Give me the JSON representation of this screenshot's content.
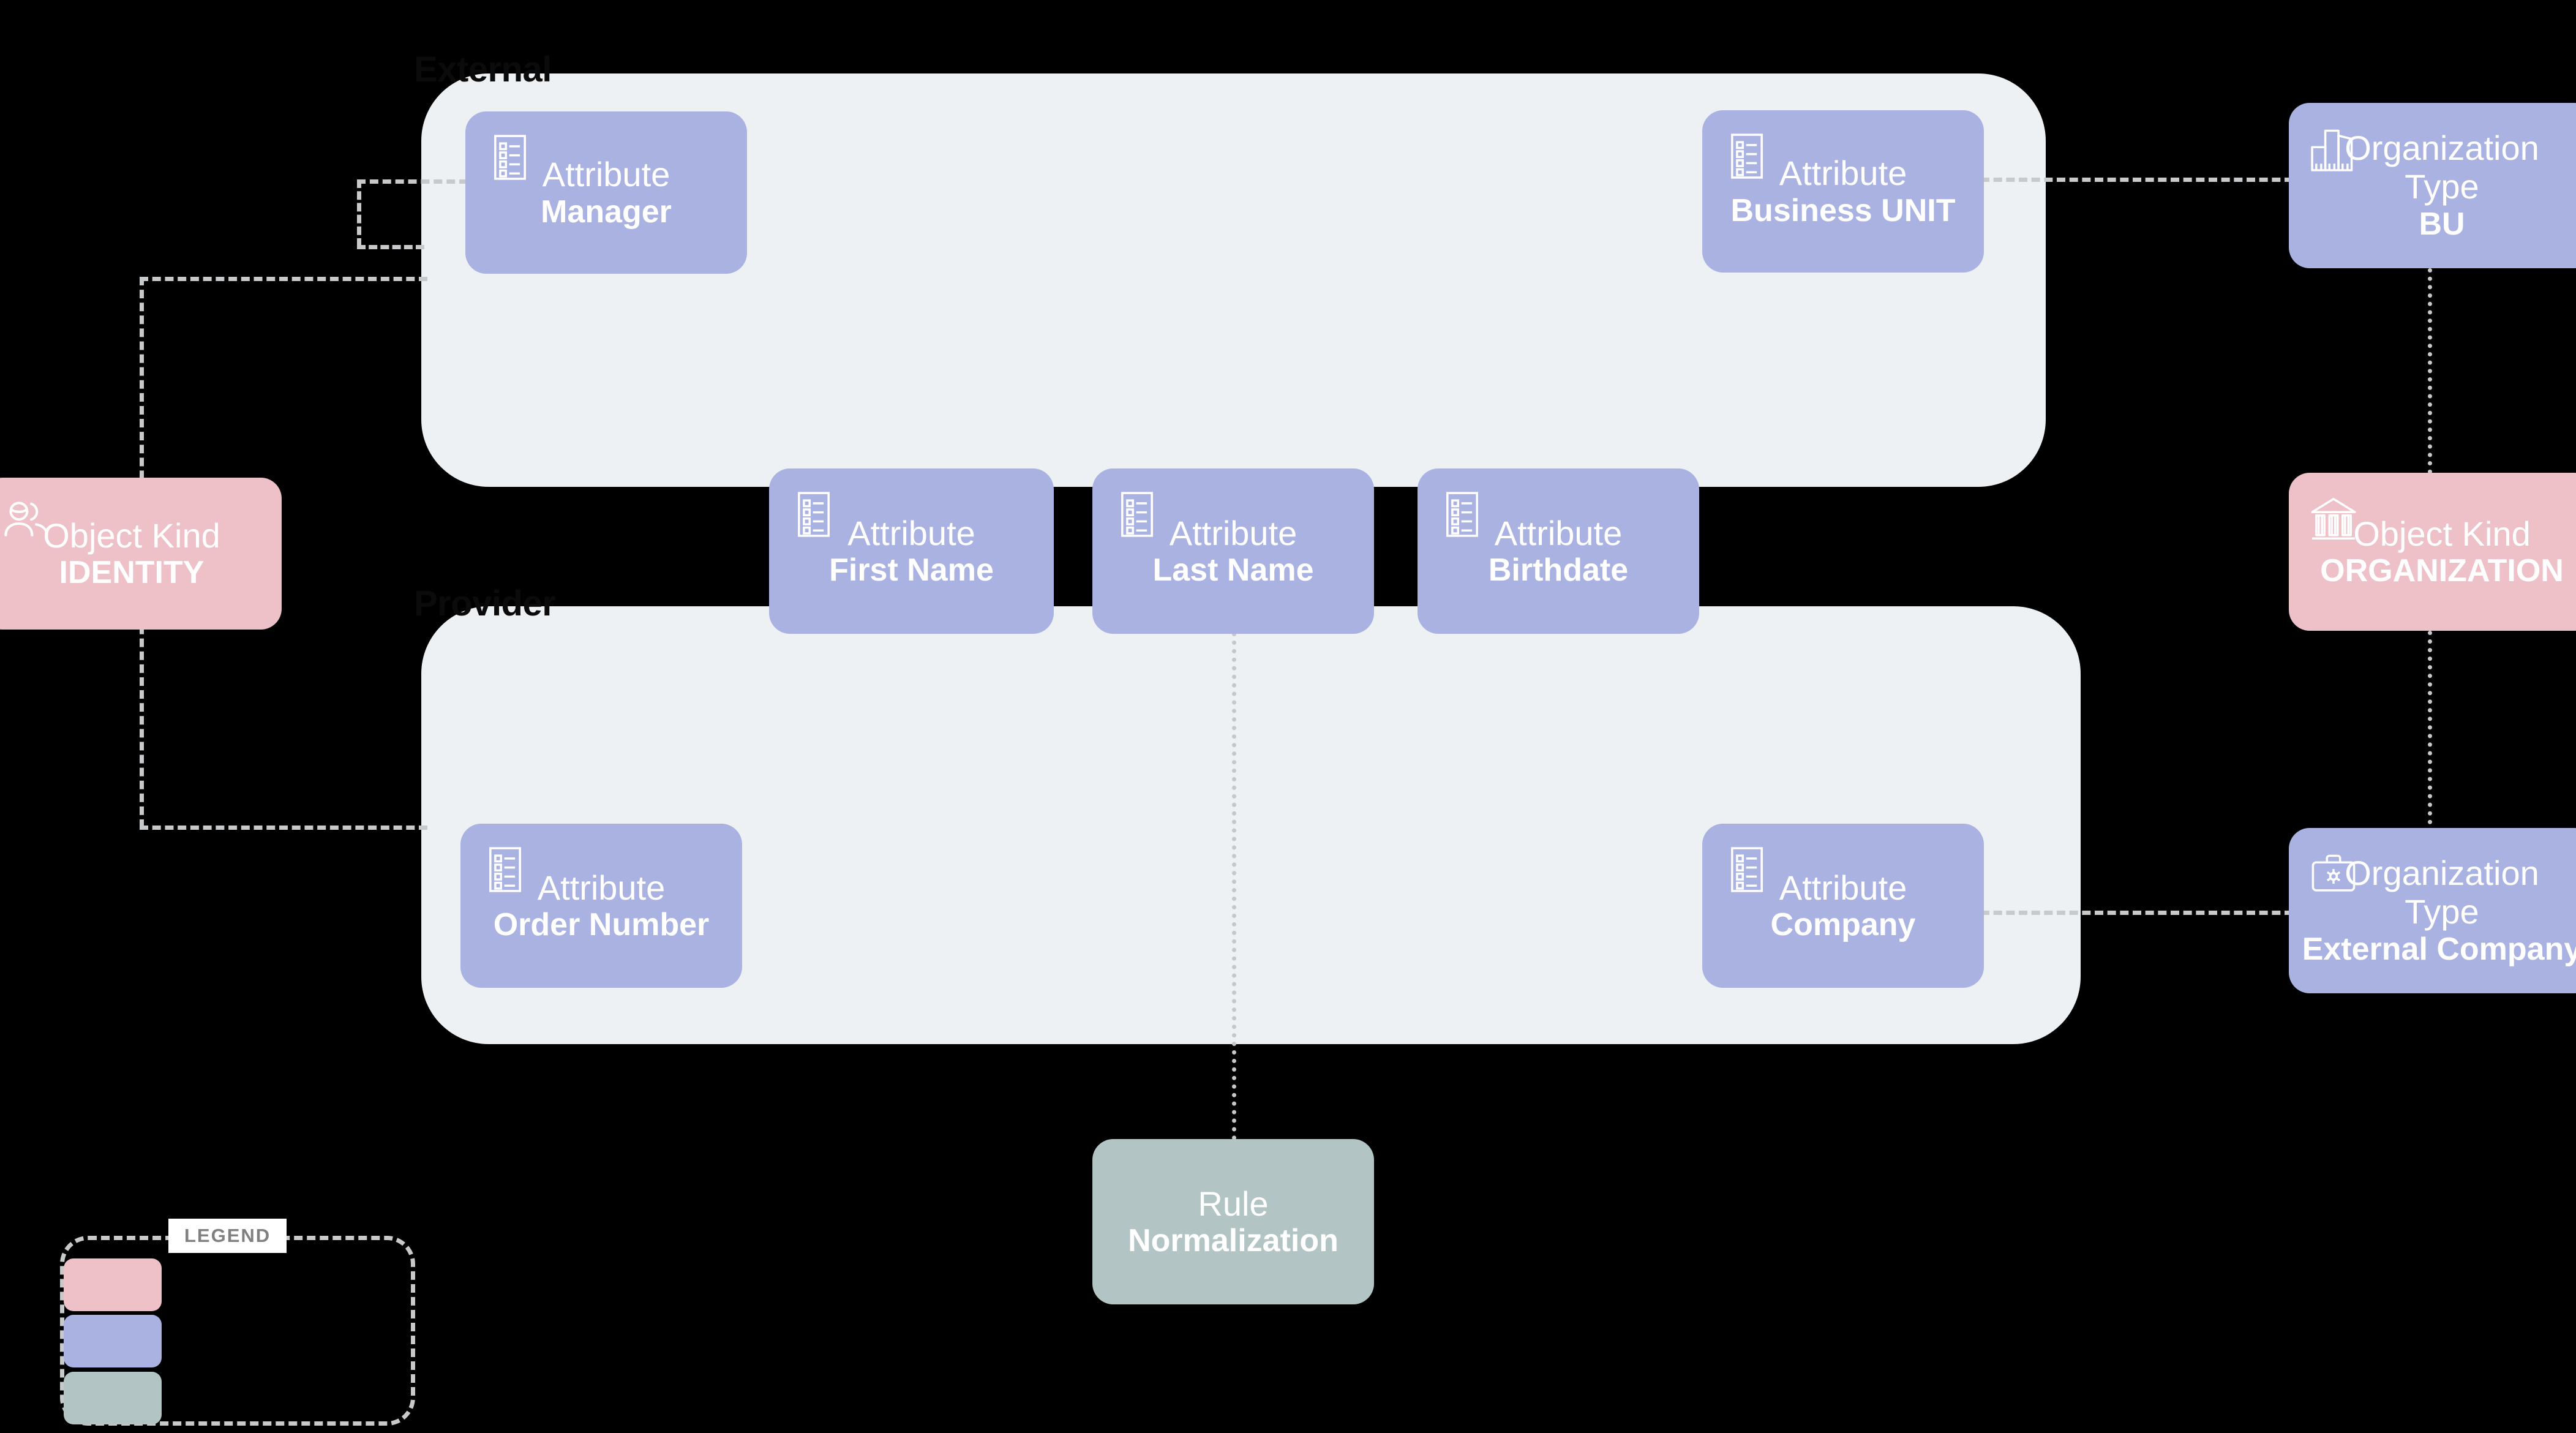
{
  "diagram": {
    "background_color": "#000000",
    "groups": [
      {
        "id": "external",
        "label": "External",
        "fill": "#eef1f3"
      },
      {
        "id": "provider",
        "label": "Provider",
        "fill": "#eef1f3"
      }
    ],
    "palette": {
      "object_kind": "#eec0c8",
      "attribute": "#aab2e2",
      "rule": "#b2c4c4",
      "group": "#eef1f3",
      "connector": "#c7c9cb",
      "group_label_text": "#0b0b0b",
      "node_text": "#ffffff"
    },
    "nodes": [
      {
        "id": "ok-identity",
        "kind": "object-kind",
        "type_label": "Object Kind",
        "name": "IDENTITY",
        "color": "#eec0c8",
        "icon": "users-icon"
      },
      {
        "id": "ok-organization",
        "kind": "object-kind",
        "type_label": "Object Kind",
        "name": "ORGANIZATION",
        "color": "#eec0c8",
        "icon": "bank-icon"
      },
      {
        "id": "attr-manager",
        "kind": "attribute",
        "type_label": "Attribute",
        "name": "Manager",
        "color": "#aab2e2",
        "icon": "checklist-icon"
      },
      {
        "id": "attr-business-unit",
        "kind": "attribute",
        "type_label": "Attribute",
        "name": "Business UNIT",
        "color": "#aab2e2",
        "icon": "checklist-icon"
      },
      {
        "id": "attr-first-name",
        "kind": "attribute",
        "type_label": "Attribute",
        "name": "First Name",
        "color": "#aab2e2",
        "icon": "checklist-icon"
      },
      {
        "id": "attr-last-name",
        "kind": "attribute",
        "type_label": "Attribute",
        "name": "Last Name",
        "color": "#aab2e2",
        "icon": "checklist-icon"
      },
      {
        "id": "attr-birthdate",
        "kind": "attribute",
        "type_label": "Attribute",
        "name": "Birthdate",
        "color": "#aab2e2",
        "icon": "checklist-icon"
      },
      {
        "id": "attr-order-number",
        "kind": "attribute",
        "type_label": "Attribute",
        "name": "Order Number",
        "color": "#aab2e2",
        "icon": "checklist-icon"
      },
      {
        "id": "attr-company",
        "kind": "attribute",
        "type_label": "Attribute",
        "name": "Company",
        "color": "#aab2e2",
        "icon": "checklist-icon"
      },
      {
        "id": "orgtype-bu",
        "kind": "org-type",
        "type_label": "Organization Type",
        "name": "BU",
        "color": "#aab2e2",
        "icon": "buildings-icon"
      },
      {
        "id": "orgtype-external-company",
        "kind": "org-type",
        "type_label": "Organization Type",
        "name": "External Company",
        "color": "#aab2e2",
        "icon": "briefcase-icon"
      },
      {
        "id": "rule-normalization",
        "kind": "rule",
        "type_label": "Rule",
        "name": "Normalization",
        "color": "#b2c4c4",
        "icon": "none"
      }
    ],
    "edges": [
      {
        "from": "ok-identity",
        "to": "attr-manager",
        "style": "dashed"
      },
      {
        "from": "ok-identity",
        "to": "attr-order-number",
        "style": "dashed"
      },
      {
        "from": "attr-business-unit",
        "to": "orgtype-bu",
        "style": "dashed"
      },
      {
        "from": "orgtype-bu",
        "to": "ok-organization",
        "style": "dotted"
      },
      {
        "from": "ok-organization",
        "to": "orgtype-external-company",
        "style": "dotted"
      },
      {
        "from": "attr-company",
        "to": "orgtype-external-company",
        "style": "dashed"
      },
      {
        "from": "attr-last-name",
        "to": "rule-normalization",
        "style": "dotted"
      }
    ]
  },
  "legend": {
    "title": "LEGEND",
    "items": [
      {
        "color": "#eec0c8",
        "label": ""
      },
      {
        "color": "#aab2e2",
        "label": ""
      },
      {
        "color": "#b2c4c4",
        "label": ""
      }
    ]
  }
}
